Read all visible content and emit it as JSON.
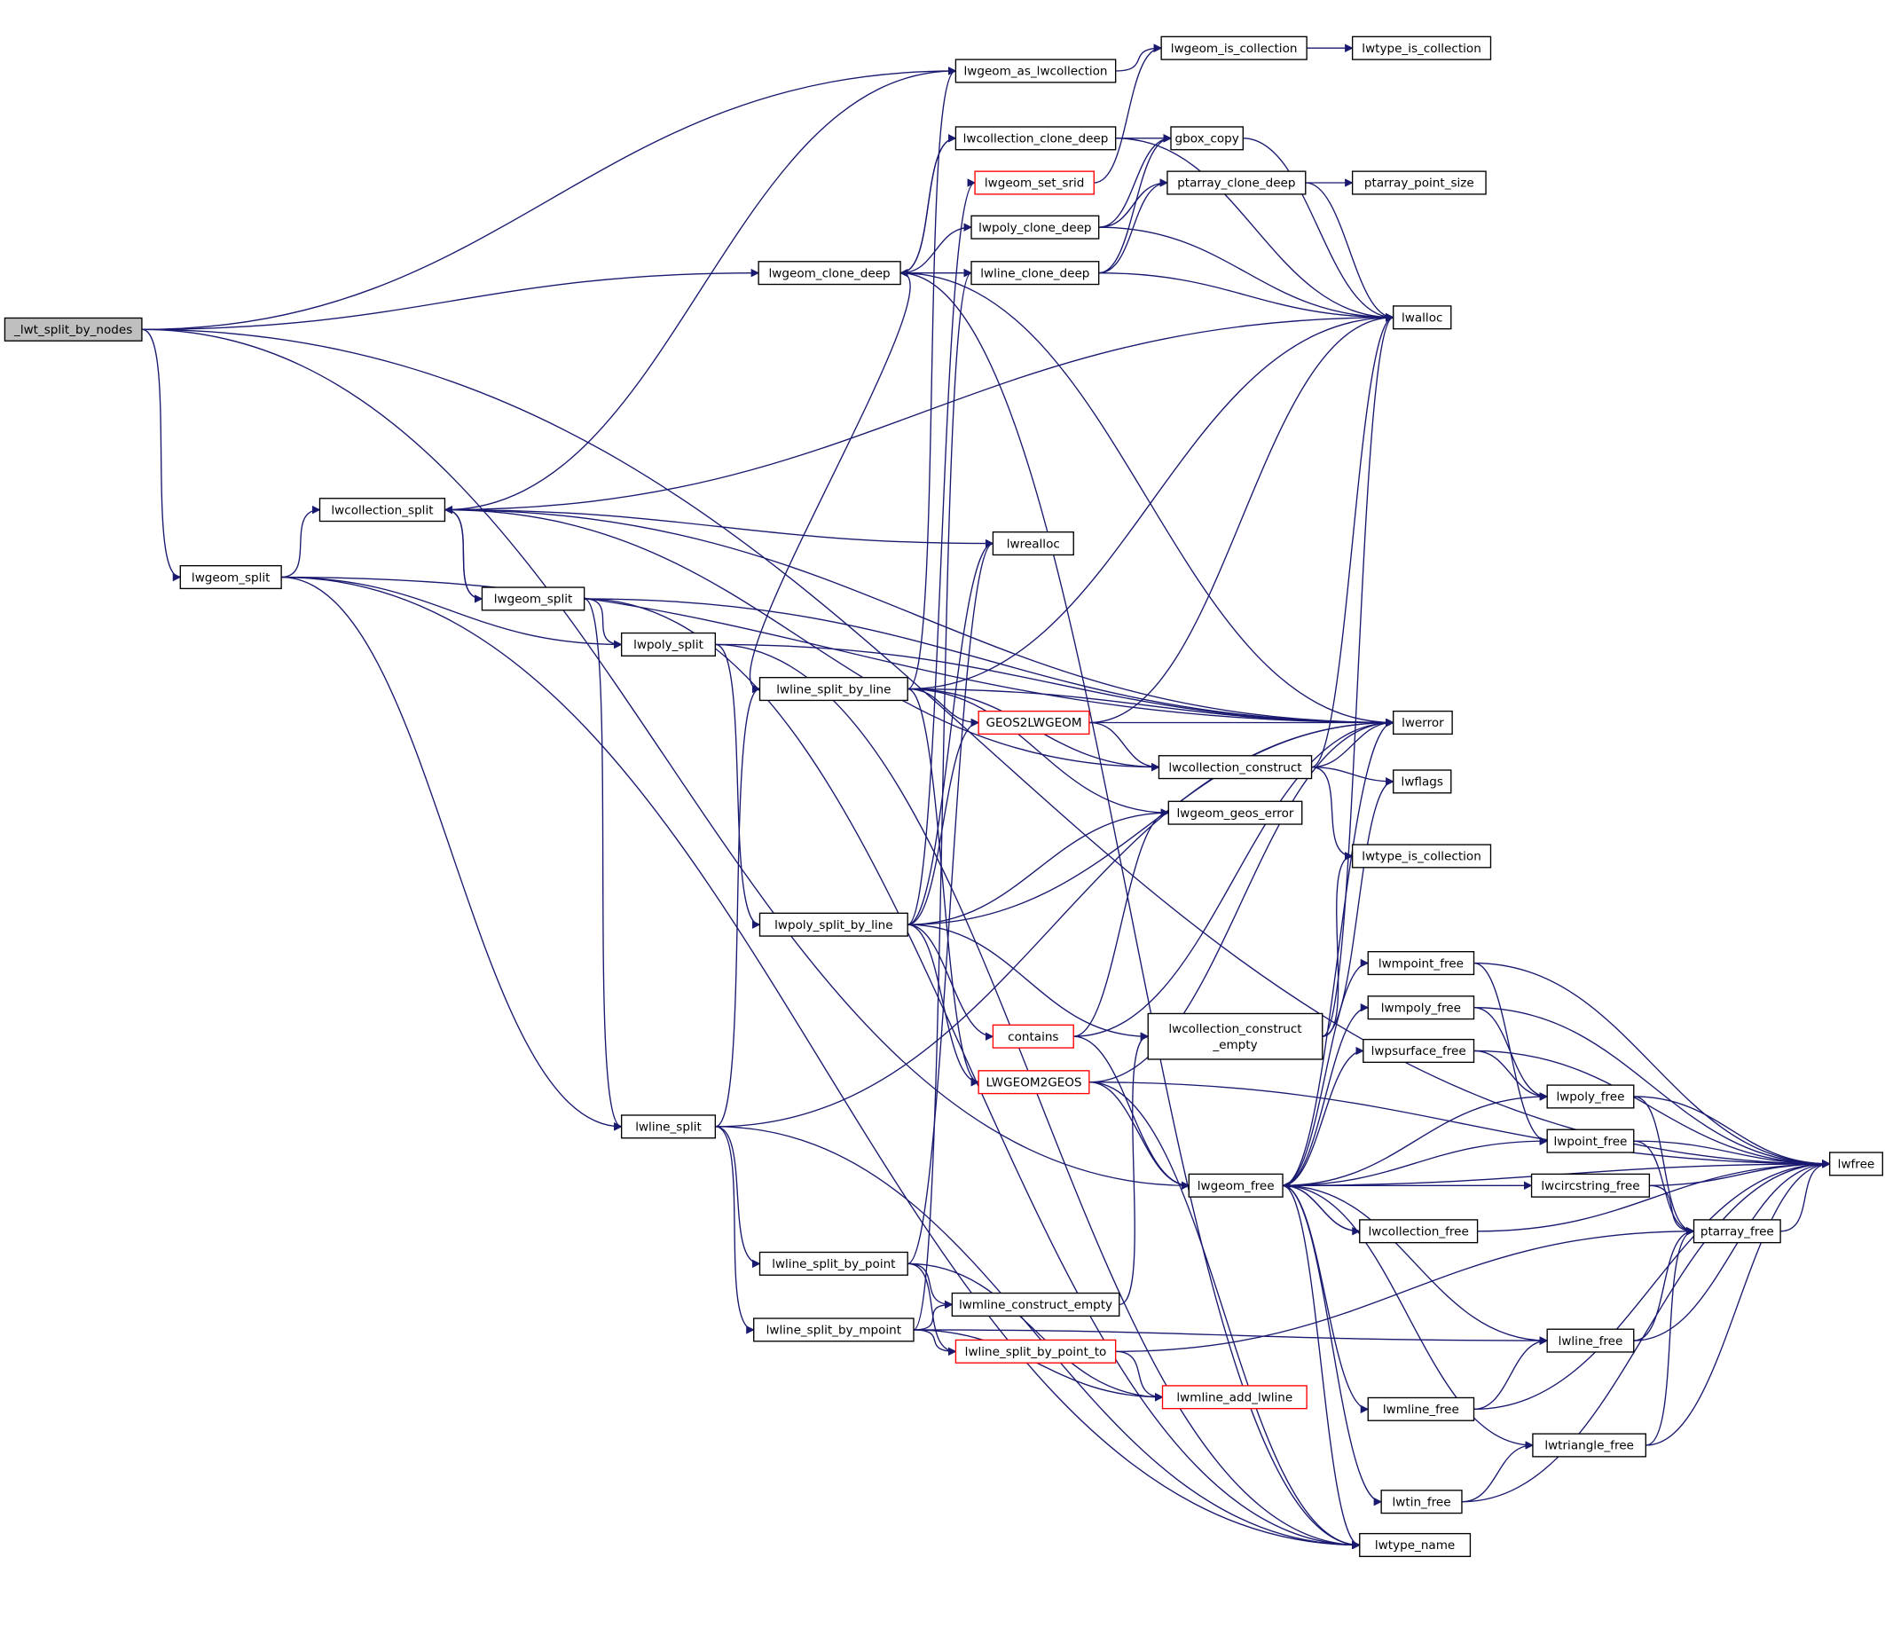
{
  "graph": {
    "edge_color": "#191970",
    "root_fill": "#bfbfbf",
    "truncated_border_color": "#ff0000",
    "nodes": [
      {
        "id": "root",
        "label": "_lwt_split_by_nodes",
        "style": "root"
      },
      {
        "id": "as_coll",
        "label": "lwgeom_as_lwcollection"
      },
      {
        "id": "is_coll",
        "label": "lwgeom_is_collection"
      },
      {
        "id": "type_is_coll_top",
        "label": "lwtype_is_collection"
      },
      {
        "id": "coll_clone",
        "label": "lwcollection_clone_deep"
      },
      {
        "id": "gbox_copy",
        "label": "gbox_copy"
      },
      {
        "id": "set_srid",
        "label": "lwgeom_set_srid",
        "style": "red"
      },
      {
        "id": "pa_clone",
        "label": "ptarray_clone_deep"
      },
      {
        "id": "pa_psize",
        "label": "ptarray_point_size"
      },
      {
        "id": "poly_clone",
        "label": "lwpoly_clone_deep"
      },
      {
        "id": "geom_clone",
        "label": "lwgeom_clone_deep"
      },
      {
        "id": "line_clone",
        "label": "lwline_clone_deep"
      },
      {
        "id": "lwalloc",
        "label": "lwalloc"
      },
      {
        "id": "coll_split",
        "label": "lwcollection_split"
      },
      {
        "id": "lwrealloc",
        "label": "lwrealloc"
      },
      {
        "id": "geom_split1",
        "label": "lwgeom_split"
      },
      {
        "id": "geom_split2",
        "label": "lwgeom_split"
      },
      {
        "id": "poly_split",
        "label": "lwpoly_split"
      },
      {
        "id": "line_split_line",
        "label": "lwline_split_by_line"
      },
      {
        "id": "geos2lw",
        "label": "GEOS2LWGEOM",
        "style": "red"
      },
      {
        "id": "lwerror",
        "label": "lwerror"
      },
      {
        "id": "coll_construct",
        "label": "lwcollection_construct"
      },
      {
        "id": "lwflags",
        "label": "lwflags"
      },
      {
        "id": "geos_error",
        "label": "lwgeom_geos_error"
      },
      {
        "id": "type_is_coll",
        "label": "lwtype_is_collection"
      },
      {
        "id": "poly_split_line",
        "label": "lwpoly_split_by_line"
      },
      {
        "id": "mpoint_free",
        "label": "lwmpoint_free"
      },
      {
        "id": "mpoly_free",
        "label": "lwmpoly_free"
      },
      {
        "id": "contains",
        "label": "contains",
        "style": "red"
      },
      {
        "id": "coll_construct_empty",
        "label": "lwcollection_construct\n_empty"
      },
      {
        "id": "psurface_free",
        "label": "lwpsurface_free"
      },
      {
        "id": "lw2geos",
        "label": "LWGEOM2GEOS",
        "style": "red"
      },
      {
        "id": "poly_free",
        "label": "lwpoly_free"
      },
      {
        "id": "line_split",
        "label": "lwline_split"
      },
      {
        "id": "point_free",
        "label": "lwpoint_free"
      },
      {
        "id": "lwfree",
        "label": "lwfree"
      },
      {
        "id": "geom_free",
        "label": "lwgeom_free"
      },
      {
        "id": "circ_free",
        "label": "lwcircstring_free"
      },
      {
        "id": "coll_free",
        "label": "lwcollection_free"
      },
      {
        "id": "pa_free",
        "label": "ptarray_free"
      },
      {
        "id": "line_split_point",
        "label": "lwline_split_by_point"
      },
      {
        "id": "mline_construct_empty",
        "label": "lwmline_construct_empty"
      },
      {
        "id": "line_split_mpoint",
        "label": "lwline_split_by_mpoint"
      },
      {
        "id": "line_split_point_to",
        "label": "lwline_split_by_point_to",
        "style": "red"
      },
      {
        "id": "line_free",
        "label": "lwline_free"
      },
      {
        "id": "mline_add",
        "label": "lwmline_add_lwline",
        "style": "red"
      },
      {
        "id": "mline_free",
        "label": "lwmline_free"
      },
      {
        "id": "tri_free",
        "label": "lwtriangle_free"
      },
      {
        "id": "tin_free",
        "label": "lwtin_free"
      },
      {
        "id": "type_name",
        "label": "lwtype_name"
      }
    ],
    "edges": [
      [
        "root",
        "as_coll"
      ],
      [
        "root",
        "lwfree"
      ],
      [
        "root",
        "geom_clone"
      ],
      [
        "root",
        "geom_split1"
      ],
      [
        "root",
        "geom_free"
      ],
      [
        "as_coll",
        "is_coll"
      ],
      [
        "is_coll",
        "type_is_coll_top"
      ],
      [
        "coll_clone",
        "gbox_copy"
      ],
      [
        "coll_clone",
        "lwalloc"
      ],
      [
        "coll_clone",
        "geom_clone"
      ],
      [
        "gbox_copy",
        "lwalloc"
      ],
      [
        "set_srid",
        "is_coll"
      ],
      [
        "pa_clone",
        "pa_psize"
      ],
      [
        "pa_clone",
        "lwalloc"
      ],
      [
        "poly_clone",
        "gbox_copy"
      ],
      [
        "poly_clone",
        "pa_clone"
      ],
      [
        "poly_clone",
        "lwalloc"
      ],
      [
        "line_clone",
        "gbox_copy"
      ],
      [
        "line_clone",
        "pa_clone"
      ],
      [
        "line_clone",
        "lwalloc"
      ],
      [
        "geom_clone",
        "coll_clone"
      ],
      [
        "geom_clone",
        "poly_clone"
      ],
      [
        "geom_clone",
        "line_clone"
      ],
      [
        "geom_clone",
        "lwerror"
      ],
      [
        "geom_clone",
        "type_name"
      ],
      [
        "coll_split",
        "as_coll"
      ],
      [
        "coll_split",
        "lwalloc"
      ],
      [
        "coll_split",
        "lwerror"
      ],
      [
        "coll_split",
        "lwrealloc"
      ],
      [
        "coll_split",
        "geom_split2"
      ],
      [
        "coll_split",
        "coll_construct"
      ],
      [
        "geom_split1",
        "coll_split"
      ],
      [
        "geom_split1",
        "poly_split"
      ],
      [
        "geom_split1",
        "line_split"
      ],
      [
        "geom_split1",
        "lwerror"
      ],
      [
        "geom_split1",
        "type_name"
      ],
      [
        "geom_split2",
        "coll_split"
      ],
      [
        "geom_split2",
        "poly_split"
      ],
      [
        "geom_split2",
        "line_split"
      ],
      [
        "geom_split2",
        "lwerror"
      ],
      [
        "geom_split2",
        "type_name"
      ],
      [
        "poly_split",
        "poly_split_line"
      ],
      [
        "poly_split",
        "lwerror"
      ],
      [
        "poly_split",
        "type_name"
      ],
      [
        "line_split",
        "line_split_line"
      ],
      [
        "line_split",
        "line_split_point"
      ],
      [
        "line_split",
        "line_split_mpoint"
      ],
      [
        "line_split",
        "lwerror"
      ],
      [
        "line_split",
        "type_name"
      ],
      [
        "line_split_line",
        "as_coll"
      ],
      [
        "line_split_line",
        "geom_clone"
      ],
      [
        "line_split_line",
        "lwalloc"
      ],
      [
        "line_split_line",
        "geos2lw"
      ],
      [
        "line_split_line",
        "lwerror"
      ],
      [
        "line_split_line",
        "coll_construct"
      ],
      [
        "line_split_line",
        "geos_error"
      ],
      [
        "line_split_line",
        "lw2geos"
      ],
      [
        "geos2lw",
        "lwerror"
      ],
      [
        "geos2lw",
        "coll_construct"
      ],
      [
        "geos2lw",
        "lwalloc"
      ],
      [
        "coll_construct",
        "lwerror"
      ],
      [
        "coll_construct",
        "lwflags"
      ],
      [
        "coll_construct",
        "type_is_coll"
      ],
      [
        "coll_construct",
        "lwalloc"
      ],
      [
        "poly_split_line",
        "geos2lw"
      ],
      [
        "poly_split_line",
        "lwrealloc"
      ],
      [
        "poly_split_line",
        "geos_error"
      ],
      [
        "poly_split_line",
        "lwerror"
      ],
      [
        "poly_split_line",
        "coll_construct_empty"
      ],
      [
        "poly_split_line",
        "contains"
      ],
      [
        "poly_split_line",
        "lw2geos"
      ],
      [
        "poly_split_line",
        "set_srid"
      ],
      [
        "contains",
        "geos_error"
      ],
      [
        "contains",
        "geom_free"
      ],
      [
        "contains",
        "lwerror"
      ],
      [
        "coll_construct_empty",
        "lwalloc"
      ],
      [
        "coll_construct_empty",
        "lwflags"
      ],
      [
        "coll_construct_empty",
        "type_is_coll"
      ],
      [
        "lw2geos",
        "lwerror"
      ],
      [
        "lw2geos",
        "geom_free"
      ],
      [
        "lw2geos",
        "type_name"
      ],
      [
        "lw2geos",
        "lwfree"
      ],
      [
        "geom_free",
        "mpoint_free"
      ],
      [
        "geom_free",
        "mpoly_free"
      ],
      [
        "geom_free",
        "psurface_free"
      ],
      [
        "geom_free",
        "poly_free"
      ],
      [
        "geom_free",
        "point_free"
      ],
      [
        "geom_free",
        "circ_free"
      ],
      [
        "geom_free",
        "coll_free"
      ],
      [
        "geom_free",
        "line_free"
      ],
      [
        "geom_free",
        "mline_free"
      ],
      [
        "geom_free",
        "tri_free"
      ],
      [
        "geom_free",
        "tin_free"
      ],
      [
        "geom_free",
        "type_name"
      ],
      [
        "geom_free",
        "lwerror"
      ],
      [
        "geom_free",
        "lwfree"
      ],
      [
        "mpoint_free",
        "point_free"
      ],
      [
        "mpoint_free",
        "lwfree"
      ],
      [
        "mpoly_free",
        "poly_free"
      ],
      [
        "mpoly_free",
        "lwfree"
      ],
      [
        "psurface_free",
        "poly_free"
      ],
      [
        "psurface_free",
        "lwfree"
      ],
      [
        "poly_free",
        "pa_free"
      ],
      [
        "poly_free",
        "lwfree"
      ],
      [
        "point_free",
        "pa_free"
      ],
      [
        "point_free",
        "lwfree"
      ],
      [
        "circ_free",
        "pa_free"
      ],
      [
        "circ_free",
        "lwfree"
      ],
      [
        "coll_free",
        "geom_free"
      ],
      [
        "coll_free",
        "lwfree"
      ],
      [
        "pa_free",
        "lwfree"
      ],
      [
        "line_split_point",
        "lwrealloc"
      ],
      [
        "line_split_point",
        "mline_construct_empty"
      ],
      [
        "line_split_point",
        "line_split_point_to"
      ],
      [
        "line_split_point",
        "mline_add"
      ],
      [
        "line_split_mpoint",
        "line_clone"
      ],
      [
        "line_split_mpoint",
        "mline_construct_empty"
      ],
      [
        "line_split_mpoint",
        "line_split_point_to"
      ],
      [
        "line_split_mpoint",
        "mline_add"
      ],
      [
        "line_split_mpoint",
        "line_free"
      ],
      [
        "mline_construct_empty",
        "coll_construct_empty"
      ],
      [
        "line_split_point_to",
        "pa_free"
      ],
      [
        "line_split_point_to",
        "mline_add"
      ],
      [
        "line_free",
        "pa_free"
      ],
      [
        "line_free",
        "lwfree"
      ],
      [
        "mline_free",
        "line_free"
      ],
      [
        "mline_free",
        "lwfree"
      ],
      [
        "tri_free",
        "pa_free"
      ],
      [
        "tri_free",
        "lwfree"
      ],
      [
        "tin_free",
        "tri_free"
      ],
      [
        "tin_free",
        "lwfree"
      ]
    ]
  }
}
